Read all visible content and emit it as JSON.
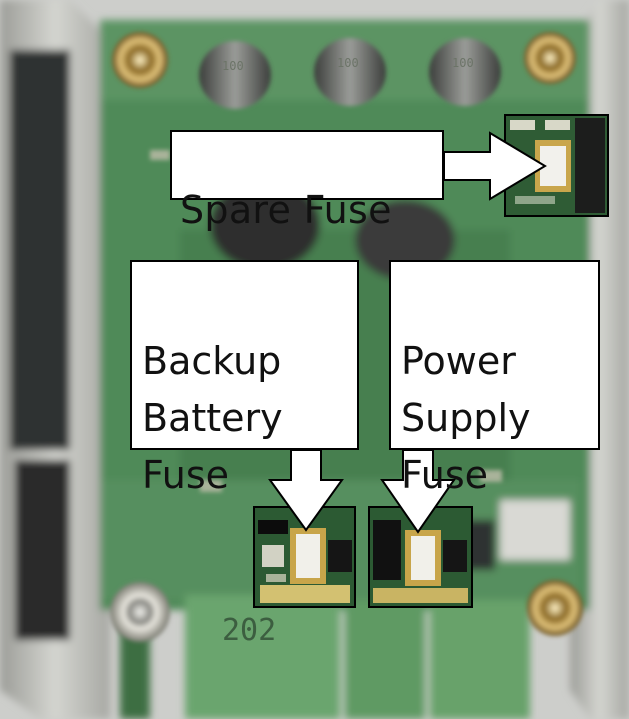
{
  "image": {
    "description_colors": {
      "board": "#4f8a58",
      "board_dark": "#2f5a36",
      "metal": "#b8b9b4",
      "connector": "#6aa56e",
      "background": "#cfd0cc"
    }
  },
  "callouts": {
    "spare": {
      "text": "Spare Fuse"
    },
    "backup": {
      "text": "Backup\nBattery\nFuse"
    },
    "power": {
      "text": "Power\nSupply\nFuse"
    }
  },
  "board_markings": {
    "connector_number": "202",
    "capacitor_value": "100"
  }
}
